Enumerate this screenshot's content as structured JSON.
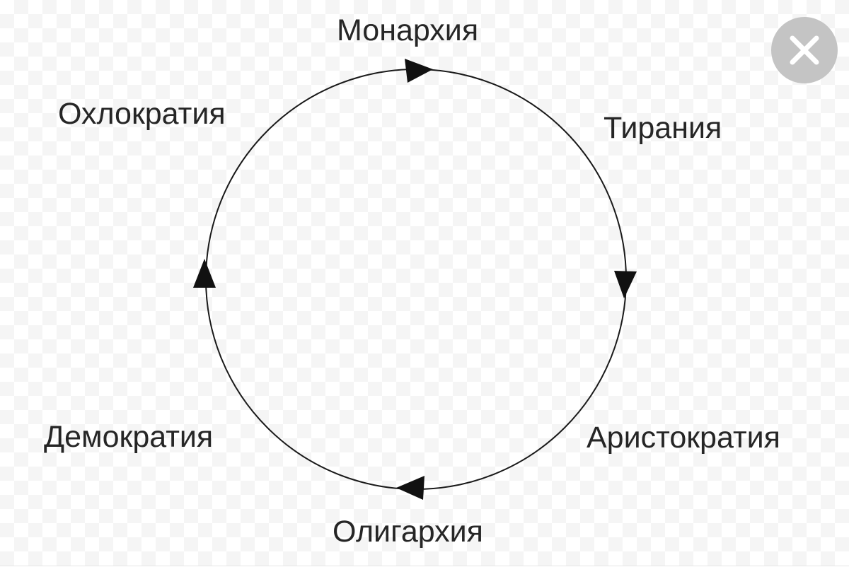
{
  "diagram": {
    "nodes": [
      {
        "id": "monarchy",
        "label": "Монархия"
      },
      {
        "id": "tyranny",
        "label": "Тирания"
      },
      {
        "id": "aristocracy",
        "label": "Аристократия"
      },
      {
        "id": "oligarchy",
        "label": "Олигархия"
      },
      {
        "id": "democracy",
        "label": "Демократия"
      },
      {
        "id": "ochlocracy",
        "label": "Охлократия"
      }
    ],
    "cycle_direction": "clockwise",
    "line_color": "#1a1a1a",
    "text_color": "#262626"
  },
  "close_button": {
    "icon": "close-icon",
    "color": "#c4c4c4"
  }
}
